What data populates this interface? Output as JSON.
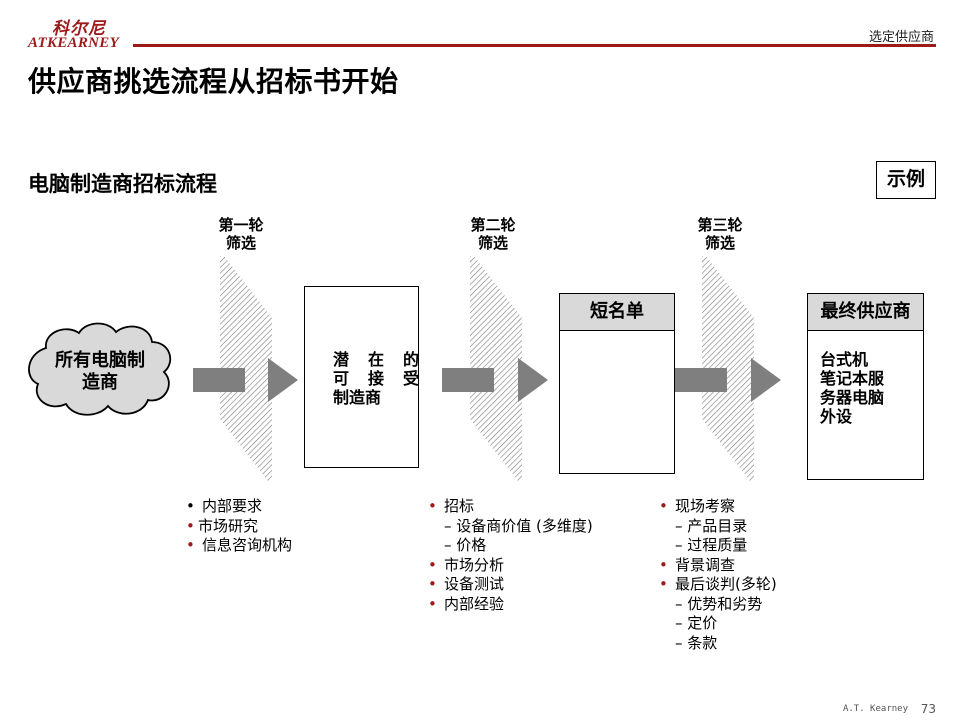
{
  "header": {
    "logo_cn": "科尔尼",
    "logo_en": "ATKEARNEY",
    "section": "选定供应商",
    "title": "供应商挑选流程从招标书开始"
  },
  "subtitle": "电脑制造商招标流程",
  "badge": "示例",
  "screens": [
    {
      "line1": "第一轮",
      "line2": "筛选"
    },
    {
      "line1": "第二轮",
      "line2": "筛选"
    },
    {
      "line1": "第三轮",
      "line2": "筛选"
    }
  ],
  "cloud_label": {
    "line1": "所有电脑制",
    "line2": "造商"
  },
  "potential_box": {
    "line1": [
      "潜",
      "在",
      "的"
    ],
    "line2": [
      "可",
      "接",
      "受"
    ],
    "line3": "制造商"
  },
  "shortlist_box": {
    "title": "短名单"
  },
  "final_box": {
    "title": "最终供应商",
    "lines": [
      "台式机",
      "笔记本服",
      "务器电脑",
      "外设"
    ]
  },
  "list1": [
    {
      "type": "bullet",
      "text": "内部要求"
    },
    {
      "type": "bullet",
      "text": "市场研究"
    },
    {
      "type": "bullet",
      "text": "信息咨询机构"
    }
  ],
  "list2": [
    {
      "type": "bullet",
      "text": "招标"
    },
    {
      "type": "sub",
      "text": "– 设备商价值 (多维度)"
    },
    {
      "type": "sub",
      "text": "– 价格"
    },
    {
      "type": "bullet",
      "text": "市场分析"
    },
    {
      "type": "bullet",
      "text": "设备测试"
    },
    {
      "type": "bullet",
      "text": "内部经验"
    }
  ],
  "list3": [
    {
      "type": "bullet",
      "text": "现场考察"
    },
    {
      "type": "sub",
      "text": "– 产品目录"
    },
    {
      "type": "sub",
      "text": "– 过程质量"
    },
    {
      "type": "bullet",
      "text": "背景调查"
    },
    {
      "type": "bullet",
      "text": "最后谈判(多轮)"
    },
    {
      "type": "sub",
      "text": "– 优势和劣势"
    },
    {
      "type": "sub",
      "text": "– 定价"
    },
    {
      "type": "sub",
      "text": "– 条款"
    }
  ],
  "footer": {
    "company": "A.T. Kearney",
    "page": "73"
  },
  "colors": {
    "brand": "#9c1a1a",
    "arrow": "#7f7f7f",
    "box_header": "#d9d9d9"
  }
}
